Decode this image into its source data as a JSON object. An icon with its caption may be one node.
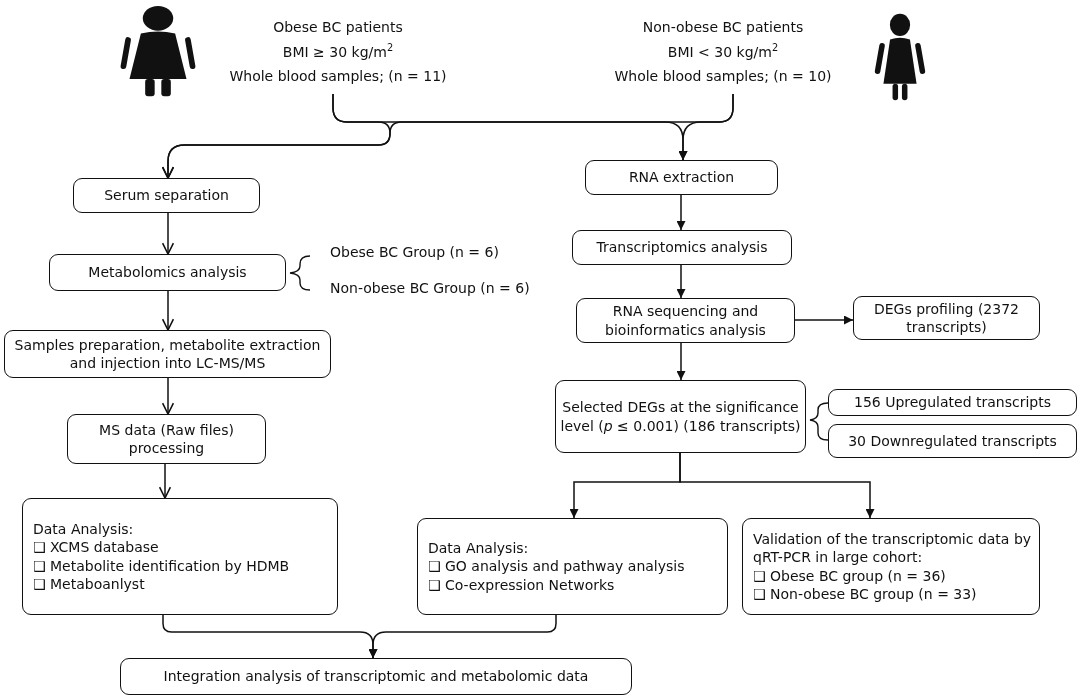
{
  "diagram": {
    "nodes": [
      {
        "text": [
          "Obese BC patients",
          "BMI ≥ 30 kg/m$^{2}$",
          "Whole blood samples;  (n = 11)"
        ]
      },
      {
        "text": [
          "Non-obese BC patients",
          "BMI < 30 kg/m$^{2}$",
          "Whole blood samples;  (n = 10)"
        ]
      },
      {
        "text": [
          "Serum separation"
        ]
      },
      {
        "text": [
          "Metabolomics analysis"
        ]
      },
      {
        "text": [
          "Samples preparation, metabolite extraction and injection into LC-MS/MS"
        ]
      },
      {
        "text": [
          "MS data (Raw files) processing"
        ]
      },
      {
        "text": [
          "Data Analysis:",
          "❑ XCMS database",
          "❑ Metabolite identification by HDMB",
          "❑ Metaboanlyst"
        ]
      },
      {
        "text": [
          "RNA extraction"
        ]
      },
      {
        "text": [
          "Transcriptomics analysis"
        ]
      },
      {
        "text": [
          "RNA sequencing and bioinformatics analysis"
        ]
      },
      {
        "text": [
          "DEGs profiling (2372 transcripts)"
        ]
      },
      {
        "text": [
          "Selected DEGs at the significance level (*p* ≤ 0.001) (186 transcripts)"
        ]
      },
      {
        "text": [
          "156 Upregulated transcripts"
        ]
      },
      {
        "text": [
          "30 Downregulated transcripts"
        ]
      },
      {
        "text": [
          "Data Analysis:",
          "❑ GO analysis and pathway analysis",
          "❑ Co-expression Networks"
        ]
      },
      {
        "text": [
          "Validation of the transcriptomic data by qRT-PCR in large cohort:",
          "❑ Obese BC group (n = 36)",
          "❑ Non-obese BC group (n = 33)"
        ]
      },
      {
        "text": [
          "Integration analysis of transcriptomic and metabolomic data"
        ]
      }
    ],
    "edges": [
      {
        "from": 0,
        "to": 2,
        "arrow": "to"
      },
      {
        "from": 1,
        "to": 2,
        "arrow": "to"
      },
      {
        "from": 0,
        "to": 7,
        "arrow": "to"
      },
      {
        "from": 1,
        "to": 7,
        "arrow": "to"
      },
      {
        "from": 2,
        "to": 3,
        "arrow": "to"
      },
      {
        "from": 3,
        "to": 4,
        "arrow": "to"
      },
      {
        "from": 4,
        "to": 5,
        "arrow": "to"
      },
      {
        "from": 5,
        "to": 6,
        "arrow": "to"
      },
      {
        "from": 7,
        "to": 8,
        "arrow": "to"
      },
      {
        "from": 8,
        "to": 9,
        "arrow": "to"
      },
      {
        "from": 9,
        "to": 10,
        "arrow": "to"
      },
      {
        "from": 9,
        "to": 11,
        "arrow": "to"
      },
      {
        "from": 11,
        "to": 14,
        "arrow": "to"
      },
      {
        "from": 11,
        "to": 15,
        "arrow": "to"
      },
      {
        "from": 6,
        "to": 16,
        "arrow": "to"
      },
      {
        "from": 14,
        "to": 16,
        "arrow": "to"
      }
    ],
    "labels": [
      "Obese BC Group (n = 6)",
      "Non-obese BC Group (n = 6)"
    ]
  }
}
